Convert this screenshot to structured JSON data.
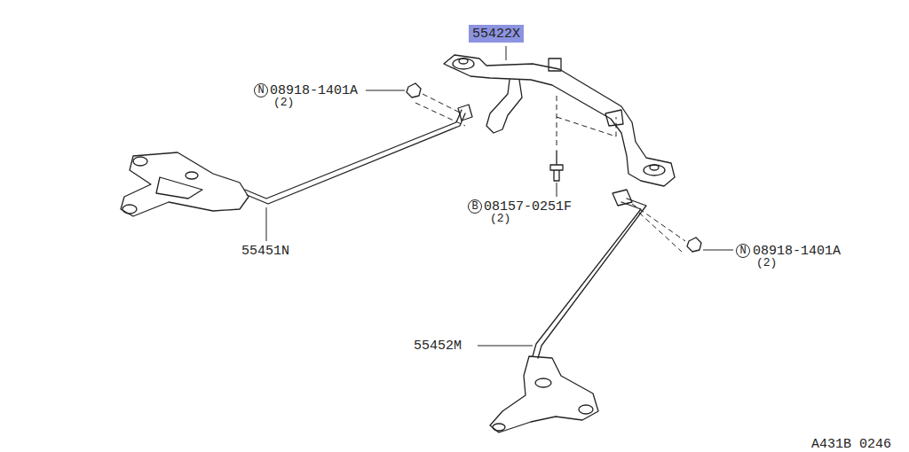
{
  "diagram": {
    "labels": [
      "55422X",
      "N",
      "08918-1401A",
      "(2)",
      "B",
      "08157-0251F",
      "(2)",
      "55451N",
      "N",
      "08918-1401A",
      "(2)",
      "55452M",
      "A431B 0246"
    ]
  }
}
